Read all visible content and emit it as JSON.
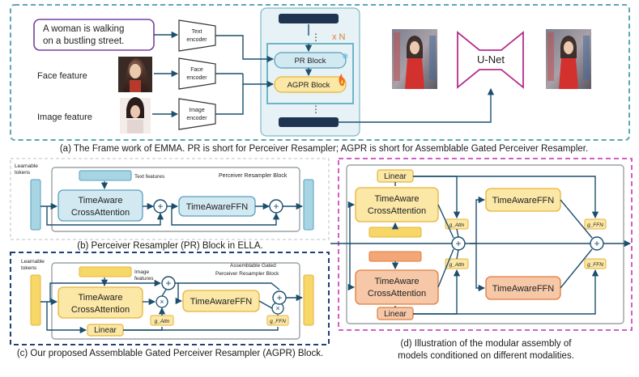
{
  "top": {
    "prompt_line1": "A woman is walking",
    "prompt_line2": "on a bustling street.",
    "face_feature_label": "Face feature",
    "image_feature_label": "Image feature",
    "text_encoder": [
      "Text",
      "encoder"
    ],
    "face_encoder": [
      "Face",
      "encoder"
    ],
    "image_encoder": [
      "Image",
      "encoder"
    ],
    "repeat_label": "x N",
    "pr_block": "PR Block",
    "agpr_block": "AGPR Block",
    "unet_label": "U-Net",
    "caption": "(a) The Frame work of EMMA. PR is short for Perceiver Resampler; AGPR is short for Assemblable Gated Perceiver Resampler."
  },
  "panel_b": {
    "learnable_tokens": [
      "Learnable",
      "tokens"
    ],
    "text_features": "Text features",
    "block_title": "Perceiver Resampler Block",
    "cross_attention": [
      "TimeAware",
      "CrossAttention"
    ],
    "ffn": "TimeAwareFFN",
    "caption": "(b) Perceiver Resampler (PR) Block in ELLA."
  },
  "panel_c": {
    "learnable_tokens": [
      "Learnable",
      "tokens"
    ],
    "image_features": [
      "Image",
      "features"
    ],
    "block_title": [
      "Assemblable Gated",
      "Perceiver Resampler Block"
    ],
    "cross_attention": [
      "TimeAware",
      "CrossAttention"
    ],
    "ffn": "TimeAwareFFN",
    "linear": "Linear",
    "gate_attn": "g_Attn",
    "gate_ffn": "g_FFN",
    "caption": "(c) Our proposed Assemblable Gated Perceiver Resampler (AGPR) Block."
  },
  "panel_d": {
    "linear": "Linear",
    "cross_attention": [
      "TimeAware",
      "CrossAttention"
    ],
    "ffn": "TimeAwareFFN",
    "gate_attn": "g_Attn",
    "gate_ffn": "g_FFN",
    "caption": [
      "(d) Illustration of the modular assembly of",
      "models conditioned on different modalities."
    ]
  },
  "colors": {
    "teal_dashed": "#5ba7b5",
    "navy_dashed": "#1f3f78",
    "magenta_dashed": "#d25fc8",
    "yellow_fill": "#fbe7a6",
    "yellow_stroke": "#e7b43a",
    "orange_fill": "#f6c8a8",
    "orange_stroke": "#e07c3a",
    "blue_fill": "#d2e9f2",
    "blue_stroke": "#5a9fbc",
    "unet": "#b52e8c"
  },
  "icons": [
    "snowflake-icon",
    "flame-icon"
  ]
}
